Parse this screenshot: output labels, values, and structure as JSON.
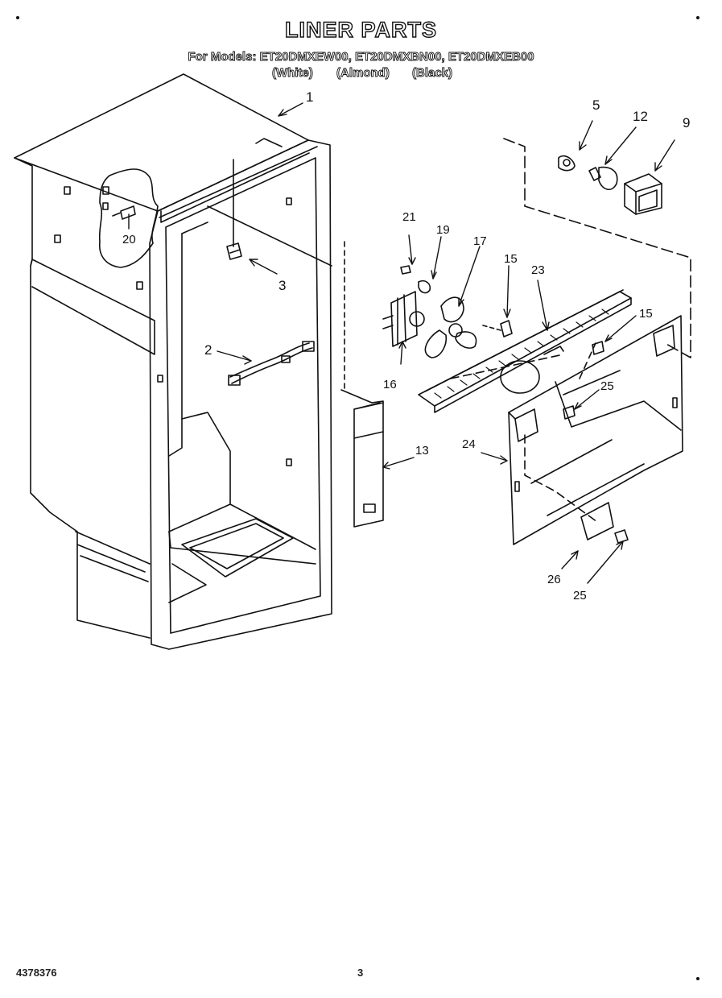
{
  "header": {
    "title": "LINER PARTS",
    "models_line": "For Models: ET20DMXEW00, ET20DMXBN00, ET20DMXEB00",
    "color_white": "(White)",
    "color_almond": "(Almond)",
    "color_black": "(Black)"
  },
  "callouts": {
    "c1": "1",
    "c2": "2",
    "c3": "3",
    "c5": "5",
    "c9": "9",
    "c12": "12",
    "c13": "13",
    "c15a": "15",
    "c15b": "15",
    "c16": "16",
    "c17": "17",
    "c19": "19",
    "c20": "20",
    "c21": "21",
    "c23": "23",
    "c24": "24",
    "c25a": "25",
    "c25b": "25",
    "c26": "26"
  },
  "footer": {
    "doc_number": "4378376",
    "page_number": "3"
  },
  "colors": {
    "ink": "#111111",
    "paper": "#ffffff"
  }
}
